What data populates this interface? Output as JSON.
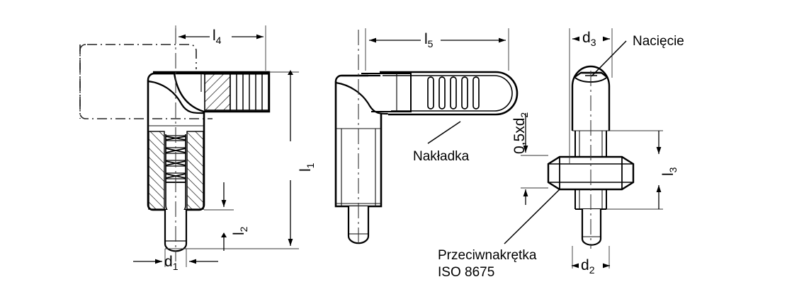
{
  "drawing": {
    "title": "Indexing plunger technical drawing",
    "views": [
      {
        "name": "section-view",
        "description": "Sectional side view of cam-action indexing plunger with handle shown in two positions"
      },
      {
        "name": "side-view",
        "description": "Side view with plastic cap overlay"
      },
      {
        "name": "front-view",
        "description": "Front view with lock nut and slotted cap"
      }
    ]
  },
  "dimensions": {
    "l1": {
      "label": "l",
      "sub": "1",
      "view": "section-view",
      "orientation": "vertical"
    },
    "l2": {
      "label": "l",
      "sub": "2",
      "view": "section-view",
      "orientation": "vertical"
    },
    "l3": {
      "label": "l",
      "sub": "3",
      "view": "front-view",
      "orientation": "vertical"
    },
    "l4": {
      "label": "l",
      "sub": "4",
      "view": "section-view",
      "orientation": "horizontal"
    },
    "l5": {
      "label": "l",
      "sub": "5",
      "view": "side-view",
      "orientation": "horizontal"
    },
    "d1": {
      "label": "d",
      "sub": "1",
      "view": "section-view",
      "orientation": "horizontal"
    },
    "d2": {
      "label": "d",
      "sub": "2",
      "view": "front-view",
      "orientation": "horizontal"
    },
    "d3": {
      "label": "d",
      "sub": "3",
      "view": "front-view",
      "orientation": "horizontal"
    },
    "half_d2": {
      "label": "0,5xd",
      "sub": "2",
      "view": "front-view",
      "orientation": "vertical"
    }
  },
  "annotations": {
    "cap": {
      "text": "Nakładka",
      "view": "side-view"
    },
    "slot": {
      "text": "Nacięcie",
      "view": "front-view"
    },
    "locknut_line1": {
      "text": "Przeciwnakrętka",
      "view": "front-view"
    },
    "locknut_line2": {
      "text": "ISO 8675",
      "view": "front-view"
    }
  },
  "colors": {
    "line": "#000000",
    "thin_line": "#1a1a1a",
    "background": "#ffffff"
  }
}
